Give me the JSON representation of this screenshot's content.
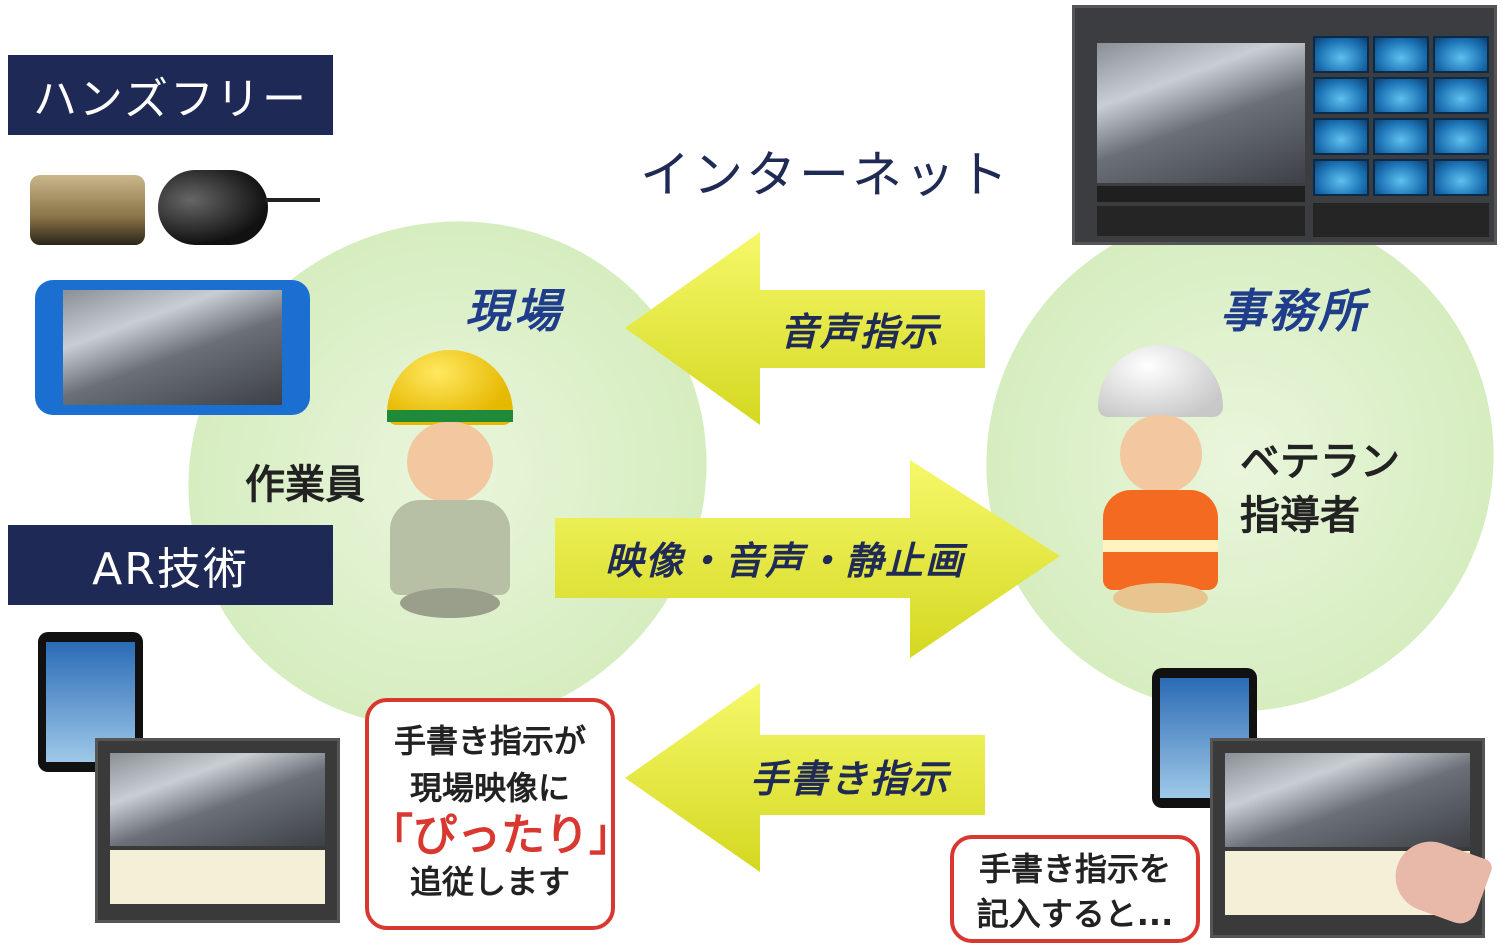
{
  "labels": {
    "handsfree": "ハンズフリー",
    "ar_tech": "AR技術",
    "internet": "インターネット",
    "site": "現場",
    "office": "事務所",
    "worker": "作業員",
    "veteran_line1": "ベテラン",
    "veteran_line2": "指導者"
  },
  "arrows": {
    "voice_instruction": "音声指示",
    "video_audio_still": "映像・音声・静止画",
    "handwritten_instruction": "手書き指示"
  },
  "callouts": {
    "follow_line1": "手書き指示が",
    "follow_line2": "現場映像に",
    "follow_em": "「ぴったり」",
    "follow_line3": "追従します",
    "enter_line1": "手書き指示を",
    "enter_line2": "記入すると..."
  },
  "colors": {
    "navy": "#1e2a55",
    "arrow_yellow": "#eef23a",
    "ellipse_green": "#d6edc0",
    "callout_red": "#d8382f",
    "label_blue": "#1f3d8a"
  }
}
